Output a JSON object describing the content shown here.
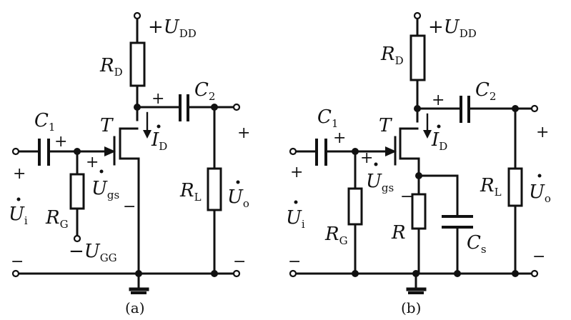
{
  "circuit_a": {
    "caption": "(a)",
    "supply": "+U",
    "supply_sub": "DD",
    "rd": "R",
    "rd_sub": "D",
    "c1": "C",
    "c1_sub": "1",
    "c2": "C",
    "c2_sub": "2",
    "transistor": "T",
    "id": "I",
    "id_sub": "D",
    "ugs": "U",
    "ugs_sub": "gs",
    "rg": "R",
    "rg_sub": "G",
    "ugg": "−U",
    "ugg_sub": "GG",
    "rl": "R",
    "rl_sub": "L",
    "ui": "U",
    "ui_sub": "i",
    "uo": "U",
    "uo_sub": "o",
    "plus": "+",
    "minus": "−"
  },
  "circuit_b": {
    "caption": "(b)",
    "supply": "+U",
    "supply_sub": "DD",
    "rd": "R",
    "rd_sub": "D",
    "c1": "C",
    "c1_sub": "1",
    "c2": "C",
    "c2_sub": "2",
    "transistor": "T",
    "id": "I",
    "id_sub": "D",
    "ugs": "U",
    "ugs_sub": "gs",
    "rg": "R",
    "rg_sub": "G",
    "rs": "R",
    "cs": "C",
    "cs_sub": "s",
    "rl": "R",
    "rl_sub": "L",
    "ui": "U",
    "ui_sub": "i",
    "uo": "U",
    "uo_sub": "o",
    "plus": "+",
    "minus": "−"
  }
}
